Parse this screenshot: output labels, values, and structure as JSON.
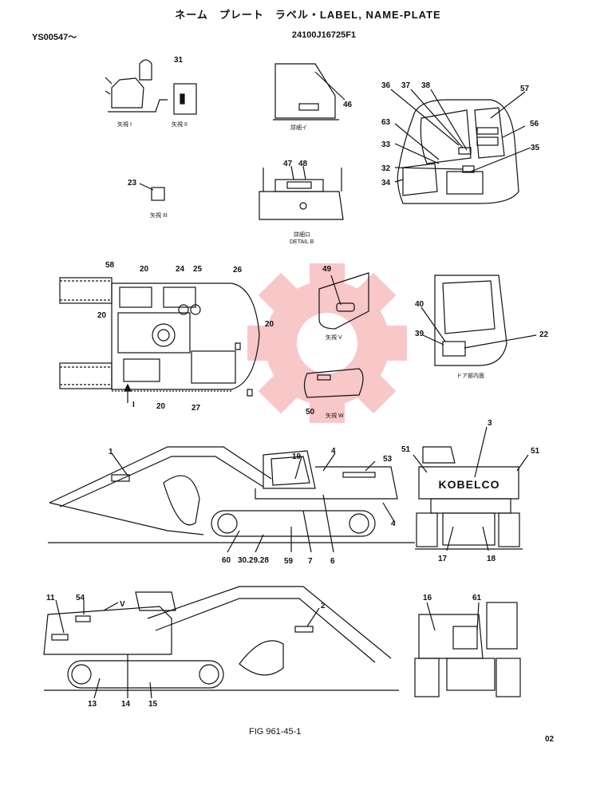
{
  "header": {
    "title": "ネーム　プレート　ラベル・LABEL, NAME-PLATE",
    "serial": "YS00547〜",
    "part_number": "24100J16725F1"
  },
  "footer": {
    "figure": "FIG 961-45-1",
    "page": "02"
  },
  "view_labels": {
    "arrow_a": "矢視 I",
    "arrow_b": "矢視 II",
    "arrow_c": "矢視 III",
    "detail_a": "詳細イ",
    "detail_b": "詳細ロ",
    "detail_b_en": "DETAIL B",
    "arrow_v": "矢視 V",
    "arrow_w": "矢視 W",
    "door_inner": "ドア部内面",
    "brand": "KOBELCO"
  },
  "callouts": [
    {
      "id": "c31",
      "text": "31"
    },
    {
      "id": "c46",
      "text": "46"
    },
    {
      "id": "c36",
      "text": "36"
    },
    {
      "id": "c37",
      "text": "37"
    },
    {
      "id": "c38",
      "text": "38"
    },
    {
      "id": "c57",
      "text": "57"
    },
    {
      "id": "c56",
      "text": "56"
    },
    {
      "id": "c63",
      "text": "63"
    },
    {
      "id": "c33",
      "text": "33"
    },
    {
      "id": "c32",
      "text": "32"
    },
    {
      "id": "c34",
      "text": "34"
    },
    {
      "id": "c35",
      "text": "35"
    },
    {
      "id": "c23",
      "text": "23"
    },
    {
      "id": "c47",
      "text": "47"
    },
    {
      "id": "c48",
      "text": "48"
    },
    {
      "id": "c58",
      "text": "58"
    },
    {
      "id": "c20a",
      "text": "20"
    },
    {
      "id": "c24",
      "text": "24"
    },
    {
      "id": "c25",
      "text": "25"
    },
    {
      "id": "c26",
      "text": "26"
    },
    {
      "id": "c20b",
      "text": "20"
    },
    {
      "id": "c20c",
      "text": "20"
    },
    {
      "id": "c20d",
      "text": "20"
    },
    {
      "id": "c27",
      "text": "27"
    },
    {
      "id": "c49",
      "text": "49"
    },
    {
      "id": "c40",
      "text": "40"
    },
    {
      "id": "c39",
      "text": "39"
    },
    {
      "id": "c22",
      "text": "22"
    },
    {
      "id": "c50",
      "text": "50"
    },
    {
      "id": "c1",
      "text": "1"
    },
    {
      "id": "c19",
      "text": "19"
    },
    {
      "id": "c4a",
      "text": "4"
    },
    {
      "id": "c53",
      "text": "53"
    },
    {
      "id": "c4b",
      "text": "4"
    },
    {
      "id": "c60",
      "text": "60"
    },
    {
      "id": "c302928",
      "text": "30.29.28"
    },
    {
      "id": "c59",
      "text": "59"
    },
    {
      "id": "c7",
      "text": "7"
    },
    {
      "id": "c6",
      "text": "6"
    },
    {
      "id": "c51a",
      "text": "51"
    },
    {
      "id": "c3",
      "text": "3"
    },
    {
      "id": "c51b",
      "text": "51"
    },
    {
      "id": "c17",
      "text": "17"
    },
    {
      "id": "c18",
      "text": "18"
    },
    {
      "id": "c11",
      "text": "11"
    },
    {
      "id": "c54",
      "text": "54"
    },
    {
      "id": "cv",
      "text": "V"
    },
    {
      "id": "c2",
      "text": "2"
    },
    {
      "id": "c16",
      "text": "16"
    },
    {
      "id": "c61",
      "text": "61"
    },
    {
      "id": "c13",
      "text": "13"
    },
    {
      "id": "c14",
      "text": "14"
    },
    {
      "id": "c15",
      "text": "15"
    },
    {
      "id": "c1b",
      "text": "I"
    }
  ],
  "colors": {
    "ink": "#111111",
    "watermark": "#e8383d"
  },
  "icons": {
    "watermark": "gear-watermark-icon"
  }
}
